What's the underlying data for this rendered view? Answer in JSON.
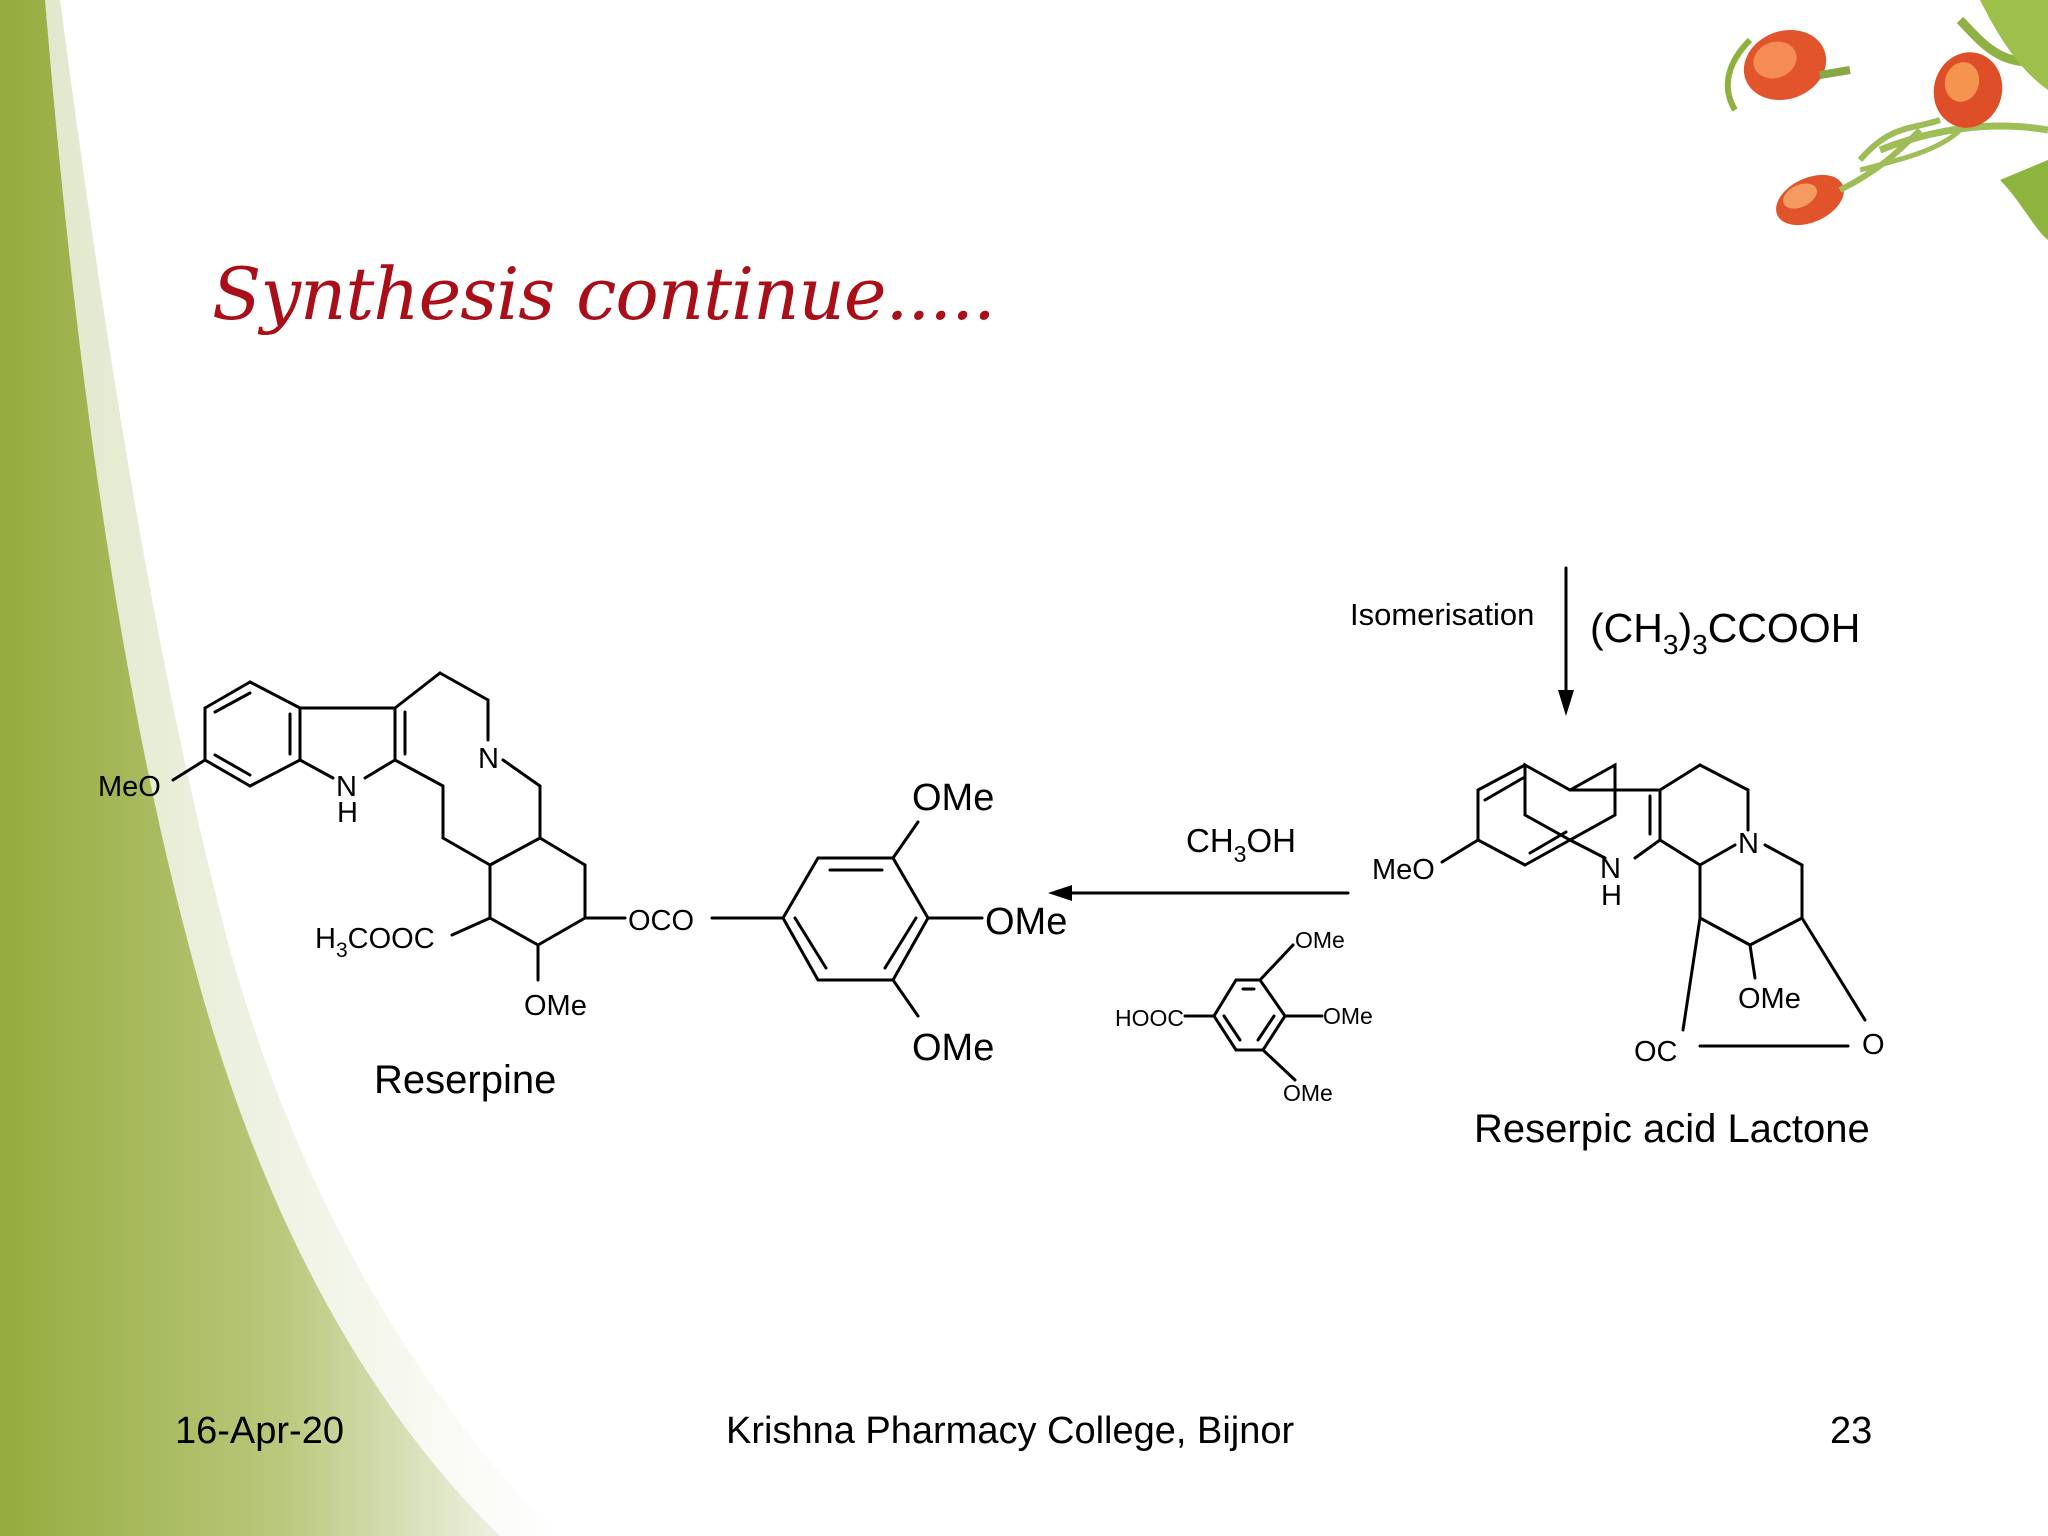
{
  "slide": {
    "title": "Synthesis continue.....",
    "footer": {
      "date": "16-Apr-20",
      "institution": "Krishna Pharmacy College, Bijnor",
      "page_number": "23"
    }
  },
  "scheme": {
    "step1": {
      "label": "Isomerisation",
      "reagent": {
        "main": "(CH",
        "sub1": "3",
        "mid": ")",
        "sub2": "3",
        "tail": "CCOOH"
      }
    },
    "step2": {
      "reagent": {
        "main": "CH",
        "sub": "3",
        "tail": "OH"
      },
      "co_reagent": {
        "acid": "HOOC",
        "ome_top": "OMe",
        "ome_mid": "OMe",
        "ome_bot": "OMe"
      }
    },
    "reserpine": {
      "name": "Reserpine",
      "meo": "MeO",
      "n_ring": "N",
      "nh_n": "N",
      "nh_h": "H",
      "ester": {
        "h": "H",
        "sub": "3",
        "tail": "COOC"
      },
      "ome_ring": "OMe",
      "oco": "OCO",
      "aryl_ome_top": "OMe",
      "aryl_ome_mid": "OMe",
      "aryl_ome_bot": "OMe"
    },
    "lactone": {
      "name": "Reserpic acid Lactone",
      "meo": "MeO",
      "n_ring": "N",
      "nh_n": "N",
      "nh_h": "H",
      "ome": "OMe",
      "oc": "OC",
      "o": "O"
    }
  },
  "colors": {
    "title": "#a80f18",
    "green_dark": "#8fa63c",
    "green_light": "#e9edd8"
  },
  "icons": [
    "tulip-flower-decoration"
  ]
}
